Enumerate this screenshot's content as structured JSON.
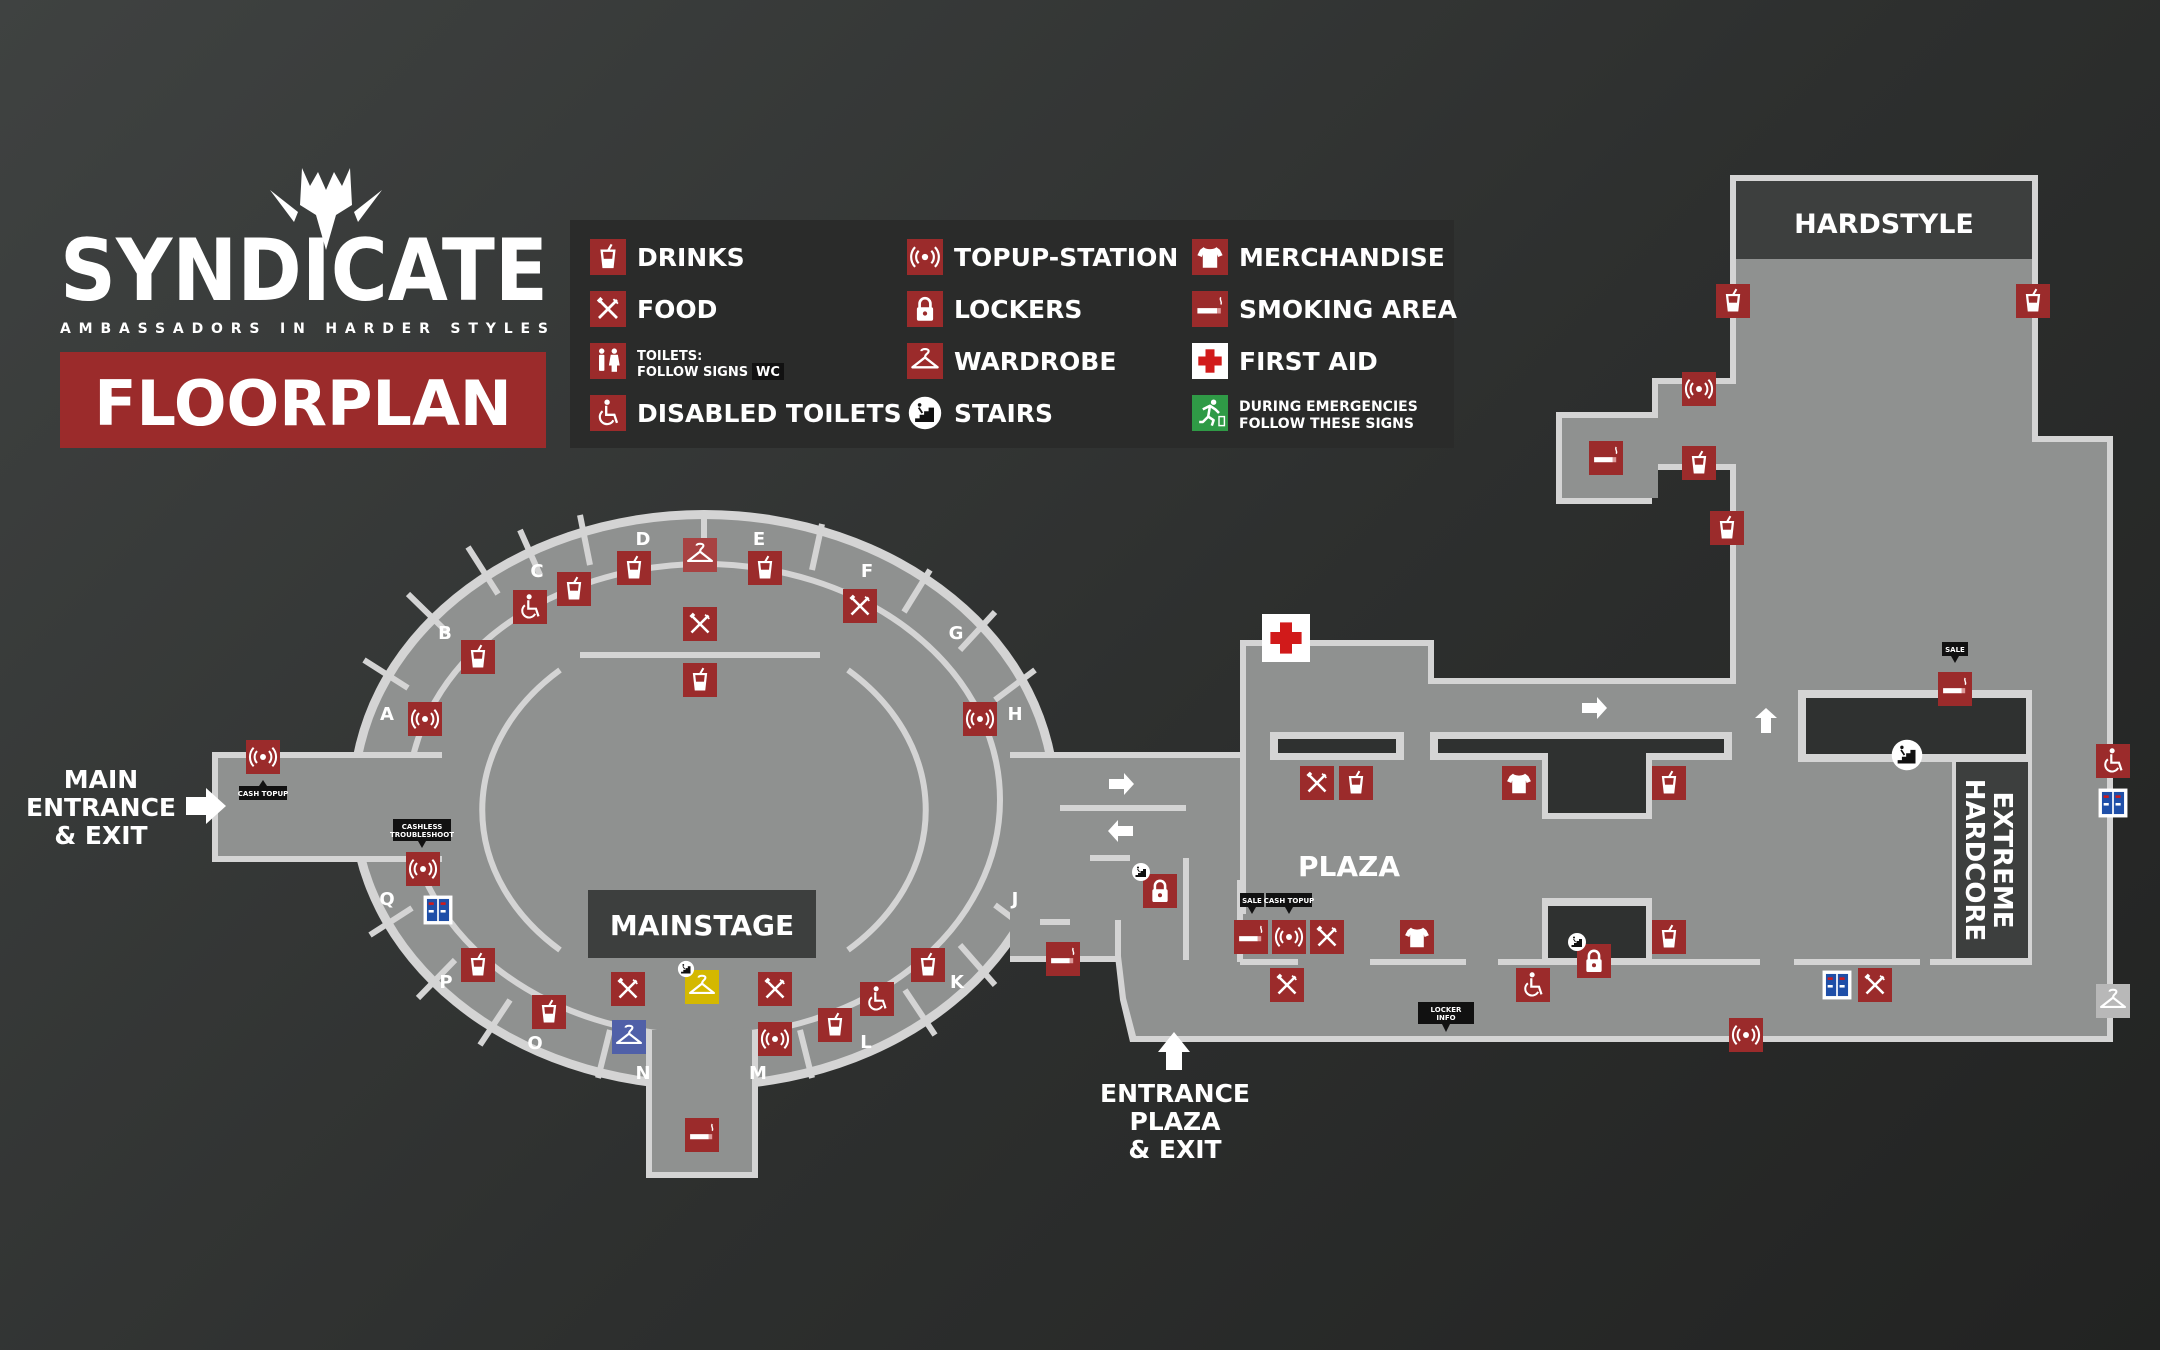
{
  "logo": {
    "wordmark": "SYNDICATE",
    "tagline": "AMBASSADORS IN HARDER STYLES",
    "subtitle": "FLOORPLAN"
  },
  "legend": {
    "items": [
      {
        "icon": "drinks-icon",
        "label": "DRINKS"
      },
      {
        "icon": "food-icon",
        "label": "FOOD"
      },
      {
        "icon": "toilets-icon",
        "label": "TOILETS:",
        "label2": "FOLLOW SIGNS",
        "badge": "WC"
      },
      {
        "icon": "wheelchair-icon",
        "label": "DISABLED TOILETS"
      },
      {
        "icon": "topup-icon",
        "label": "TOPUP-STATION"
      },
      {
        "icon": "lock-icon",
        "label": "LOCKERS"
      },
      {
        "icon": "hanger-icon",
        "label": "WARDROBE"
      },
      {
        "icon": "stairs-icon",
        "label": "STAIRS"
      },
      {
        "icon": "shirt-icon",
        "label": "MERCHANDISE"
      },
      {
        "icon": "cigarette-icon",
        "label": "SMOKING AREA"
      },
      {
        "icon": "first-aid-icon",
        "label": "FIRST AID"
      },
      {
        "icon": "emergency-exit-icon",
        "label": "DURING EMERGENCIES",
        "label2": "FOLLOW THESE SIGNS"
      }
    ]
  },
  "areas": {
    "hardstyle": "HARDSTYLE",
    "extreme_hardcore_1": "EXTREME",
    "extreme_hardcore_2": "HARDCORE",
    "plaza": "PLAZA",
    "mainstage": "MAINSTAGE"
  },
  "entrances": {
    "main": [
      "MAIN",
      "ENTRANCE",
      "& EXIT"
    ],
    "plaza": [
      "ENTRANCE",
      "PLAZA",
      "& EXIT"
    ]
  },
  "tags": {
    "cash_topup": "CASH TOPUP",
    "cashless_1": "CASHLESS",
    "cashless_2": "TROUBLESHOOT",
    "sale": "SALE",
    "locker_1": "LOCKER",
    "locker_2": "INFO"
  },
  "sections": [
    "A",
    "B",
    "C",
    "D",
    "E",
    "F",
    "G",
    "H",
    "J",
    "K",
    "L",
    "M",
    "N",
    "O",
    "P",
    "Q"
  ],
  "colors": {
    "icon_red": "#9b2b2b",
    "floor": "#8f9190",
    "wall": "#d4d4d4",
    "background": "#353736",
    "first_aid_red": "#d11a1a",
    "emergency_green": "#2f9a46",
    "wardrobe_yellow": "#d4b800",
    "wardrobe_blue": "#5060a8"
  }
}
